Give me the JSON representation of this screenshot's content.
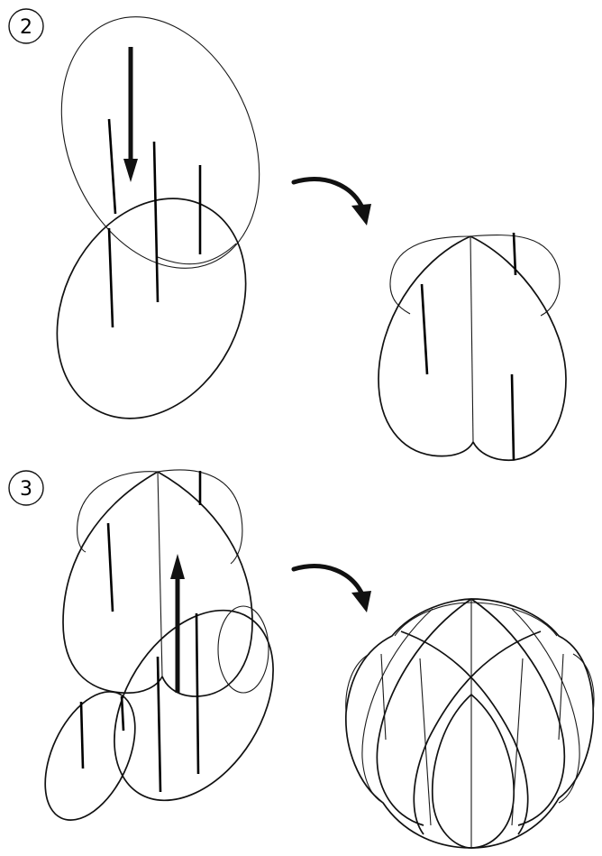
{
  "steps": [
    {
      "number": "2",
      "direction": "down"
    },
    {
      "number": "3",
      "direction": "up"
    }
  ]
}
